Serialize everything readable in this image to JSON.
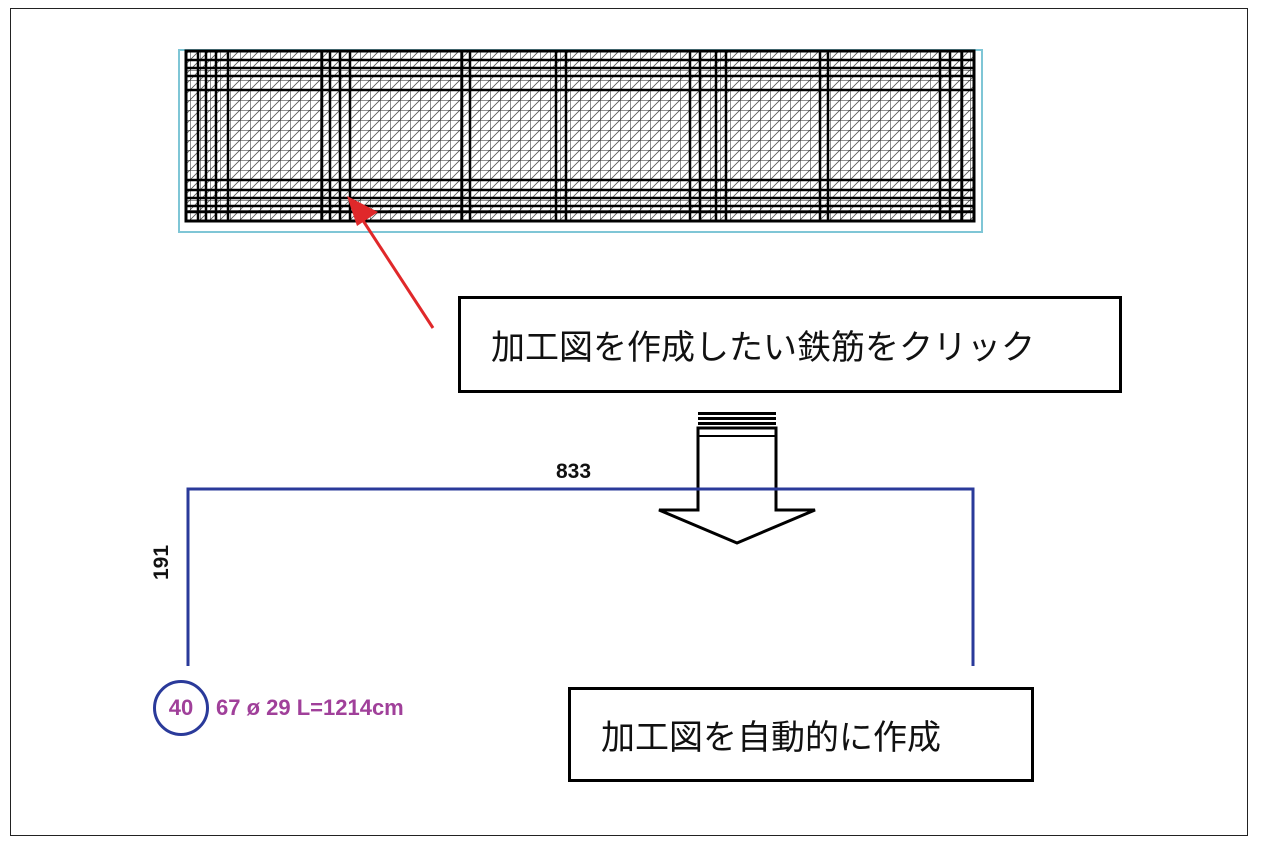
{
  "callouts": {
    "top": "加工図を作成したい鉄筋をクリック",
    "bottom": "加工図を自動的に作成"
  },
  "bar_shape": {
    "dim_horizontal": "833",
    "dim_vertical": "191",
    "mark_number": "40",
    "description": "67 ø 29 L=1214cm"
  },
  "colors": {
    "red_arrow": "#e0282a",
    "bar_line": "#2a3a9a",
    "bar_label": "#a0409a",
    "mesh_border": "#7fc6d6"
  },
  "icons": {
    "pointer": "red-arrow-icon",
    "flow": "down-arrow-icon"
  }
}
